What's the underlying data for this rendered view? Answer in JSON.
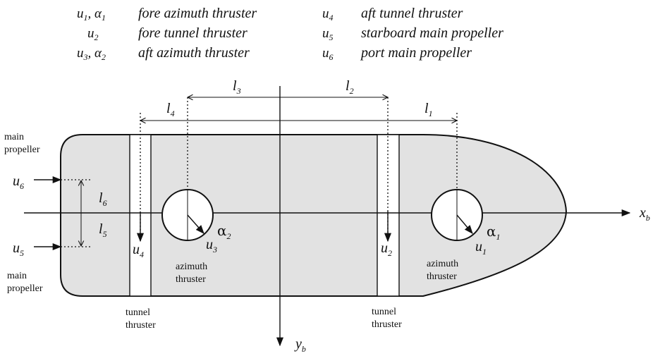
{
  "legend": {
    "left": [
      {
        "symbol": "u",
        "sub": "1",
        "extra": ", α",
        "extra_sub": "1",
        "description": "fore azimuth thruster"
      },
      {
        "symbol": "u",
        "sub": "2",
        "extra": "",
        "extra_sub": "",
        "description": "fore tunnel thruster"
      },
      {
        "symbol": "u",
        "sub": "3",
        "extra": ", α",
        "extra_sub": "2",
        "description": "aft azimuth thruster"
      }
    ],
    "right": [
      {
        "symbol": "u",
        "sub": "4",
        "description": "aft tunnel thruster"
      },
      {
        "symbol": "u",
        "sub": "5",
        "description": "starboard main propeller"
      },
      {
        "symbol": "u",
        "sub": "6",
        "description": "port main propeller"
      }
    ]
  },
  "dimensions": {
    "l1": {
      "sym": "l",
      "sub": "1"
    },
    "l2": {
      "sym": "l",
      "sub": "2"
    },
    "l3": {
      "sym": "l",
      "sub": "3"
    },
    "l4": {
      "sym": "l",
      "sub": "4"
    },
    "l5": {
      "sym": "l",
      "sub": "5"
    },
    "l6": {
      "sym": "l",
      "sub": "6"
    }
  },
  "axes": {
    "x": {
      "sym": "x",
      "sub": "b"
    },
    "y": {
      "sym": "y",
      "sub": "b"
    }
  },
  "labels": {
    "main_propeller_top": [
      "main",
      "propeller"
    ],
    "main_propeller_bottom": [
      "main",
      "propeller"
    ],
    "tunnel_thruster_aft": [
      "tunnel",
      "thruster"
    ],
    "tunnel_thruster_fore": [
      "tunnel",
      "thruster"
    ],
    "azimuth_thruster_aft": [
      "azimuth",
      "thruster"
    ],
    "azimuth_thruster_fore": [
      "azimuth",
      "thruster"
    ]
  },
  "forces": {
    "u1": {
      "sym": "u",
      "sub": "1"
    },
    "u2": {
      "sym": "u",
      "sub": "2"
    },
    "u3": {
      "sym": "u",
      "sub": "3"
    },
    "u4": {
      "sym": "u",
      "sub": "4"
    },
    "u5": {
      "sym": "u",
      "sub": "5"
    },
    "u6": {
      "sym": "u",
      "sub": "6"
    },
    "alpha1": {
      "sym": "α",
      "sub": "1"
    },
    "alpha2": {
      "sym": "α",
      "sub": "2"
    }
  },
  "colors": {
    "hull_fill": "#e2e2e2",
    "ink": "#111111",
    "background": "#ffffff"
  }
}
